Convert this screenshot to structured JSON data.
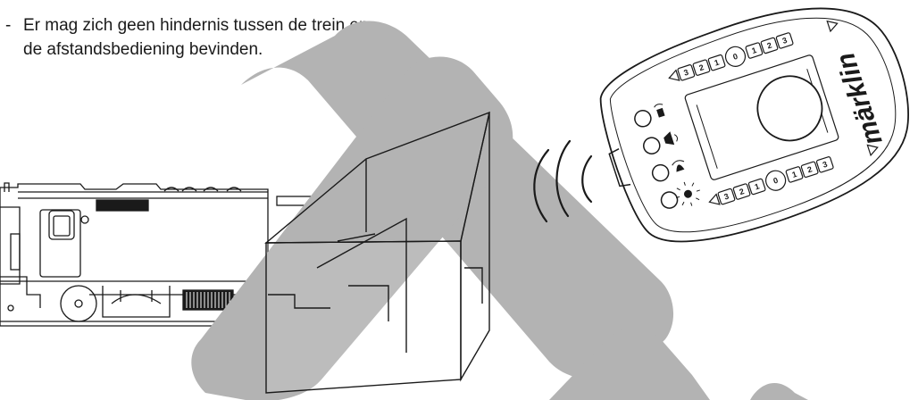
{
  "instruction": {
    "bullet": "-",
    "line1": "Er mag zich geen hindernis tussen de trein en",
    "line2": "de afstandsbediening bevinden."
  },
  "illustration": {
    "brand": "märklin",
    "prohibition_color": "#b3b3b3",
    "line_color": "#1a1a1a",
    "speed_markers": [
      "3",
      "2",
      "1",
      "0",
      "1",
      "2",
      "3"
    ],
    "icons": [
      "train-locomotive-icon",
      "obstacle-box-icon",
      "prohibition-cross-icon",
      "signal-waves-icon",
      "remote-control-icon",
      "whistle-icon",
      "horn-icon",
      "bell-icon",
      "light-icon"
    ]
  }
}
